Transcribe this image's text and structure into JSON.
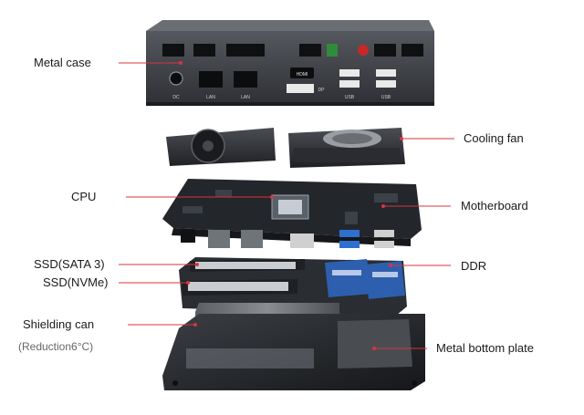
{
  "labels": {
    "metal_case": "Metal case",
    "cooling_fan": "Cooling fan",
    "cpu": "CPU",
    "motherboard": "Motherboard",
    "ssd_sata": "SSD(SATA 3)",
    "ddr": "DDR",
    "ssd_nvme": "SSD(NVMe)",
    "shielding_can": "Shielding can",
    "reduction": "(Reduction6°C)",
    "bottom_plate": "Metal bottom plate"
  },
  "port_labels": {
    "dc": "DC",
    "lan1": "LAN",
    "lan2": "LAN",
    "dp": "DP",
    "hdmi": "HDMI",
    "usb1": "USB",
    "usb2": "USB"
  },
  "colors": {
    "leader_line": "#d8343f",
    "leader_dot": "#d8343f",
    "case": "#3a3d42",
    "board": "#2b2e33",
    "ssd_blue": "#2d5fae",
    "usb_blue": "#2f6fd0"
  }
}
